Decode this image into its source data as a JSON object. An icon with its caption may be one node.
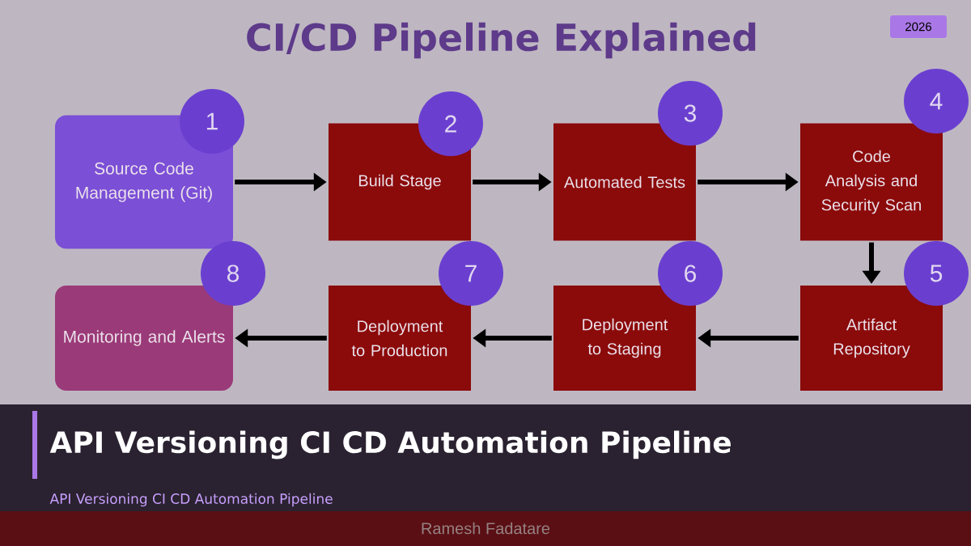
{
  "diagram": {
    "title": "CI/CD Pipeline Explained",
    "nodes": [
      {
        "text": [
          "Source Code Management (Git)"
        ]
      },
      {
        "text": [
          "Build Stage"
        ]
      },
      {
        "text": [
          "Automated Tests"
        ]
      },
      {
        "text": [
          "Code Analysis and Security Scan"
        ]
      },
      {
        "text": [
          "Artifact Repository"
        ]
      },
      {
        "text": [
          "Deployment to Staging"
        ]
      },
      {
        "text": [
          "Deployment to Production"
        ]
      },
      {
        "text": [
          "Monitoring and Alerts"
        ]
      },
      {
        "text": [
          "1"
        ]
      },
      {
        "text": [
          "2"
        ]
      },
      {
        "text": [
          "3"
        ]
      },
      {
        "text": [
          "4"
        ]
      },
      {
        "text": [
          "5"
        ]
      },
      {
        "text": [
          "6"
        ]
      },
      {
        "text": [
          "7"
        ]
      },
      {
        "text": [
          "8"
        ]
      }
    ],
    "edges": [
      {
        "from": 0,
        "to": 1,
        "arrow": "to"
      },
      {
        "from": 1,
        "to": 2,
        "arrow": "to"
      },
      {
        "from": 2,
        "to": 3,
        "arrow": "to"
      },
      {
        "from": 3,
        "to": 4,
        "arrow": "to"
      },
      {
        "from": 4,
        "to": 5,
        "arrow": "to"
      },
      {
        "from": 5,
        "to": 6,
        "arrow": "to"
      },
      {
        "from": 6,
        "to": 7,
        "arrow": "to"
      }
    ],
    "labels": [
      "2026",
      "API Versioning CI CD Automation Pipeline",
      "API Versioning CI CD Automation Pipeline",
      "Ramesh Fadatare"
    ]
  }
}
